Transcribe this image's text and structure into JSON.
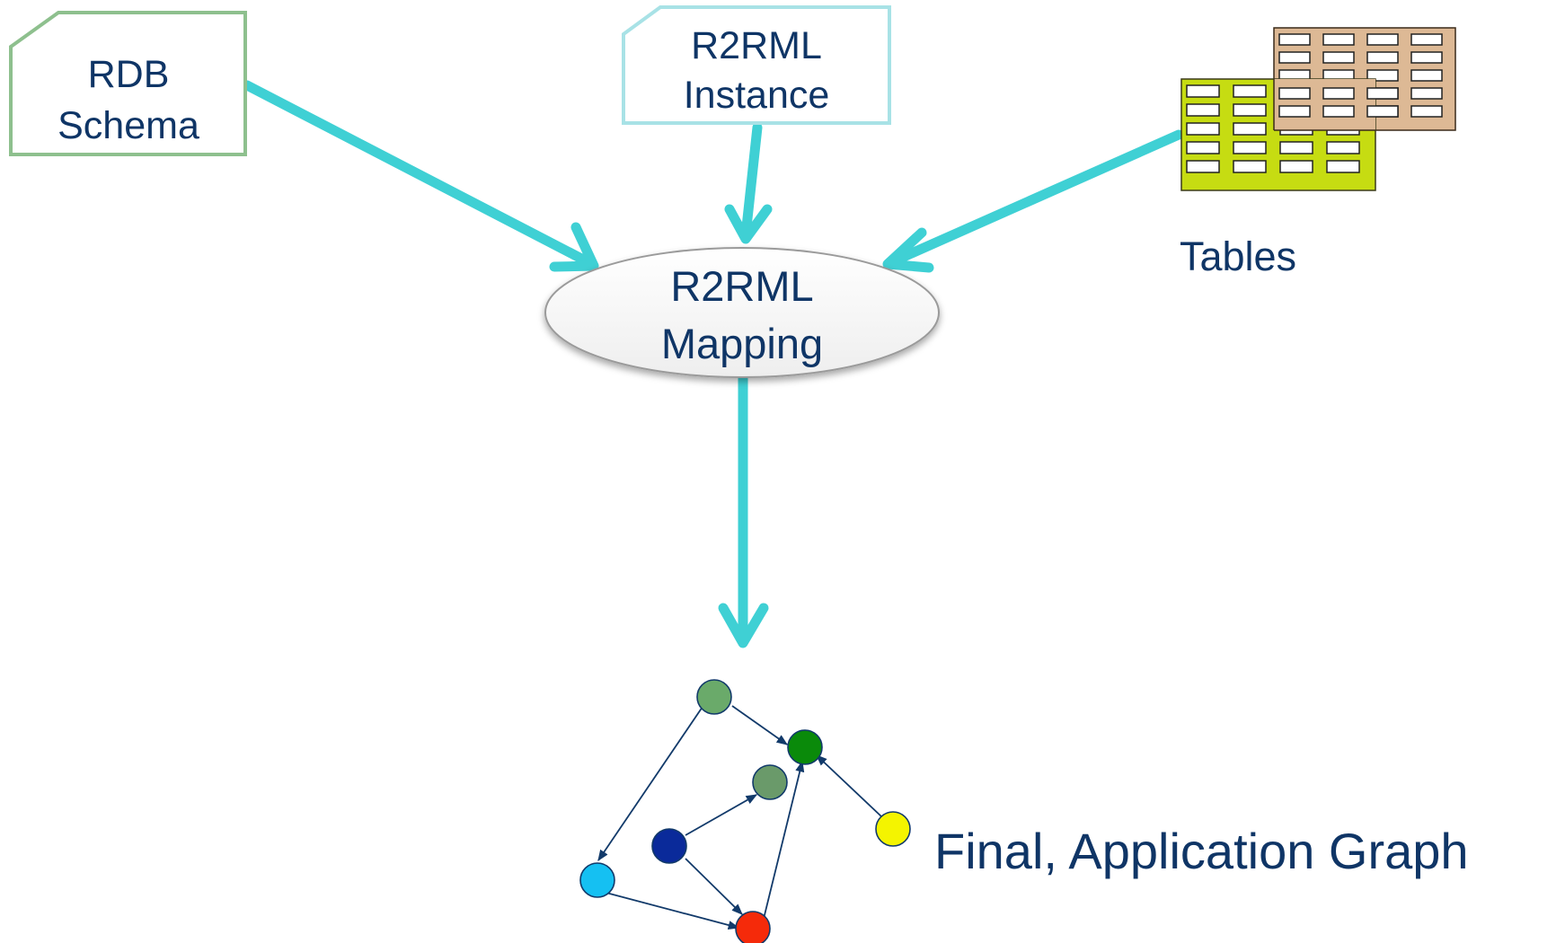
{
  "diagram": {
    "rdb_schema": {
      "line1": "RDB",
      "line2": "Schema"
    },
    "r2rml_instance": {
      "line1": "R2RML",
      "line2": "Instance"
    },
    "mapping": {
      "line1": "R2RML",
      "line2": "Mapping"
    },
    "tables": {
      "label": "Tables"
    },
    "graph": {
      "label": "Final, Application Graph"
    }
  },
  "colors": {
    "arrow": "#3fd0d4",
    "text": "#0f3566",
    "rdb_border": "#8ec08e",
    "instance_border": "#a8e2e6",
    "table_front": "#c6dc12",
    "table_back": "#ddb995",
    "node_light_green": "#6aaa6a",
    "node_green": "#0a8a0a",
    "node_sage": "#6a9a6a",
    "node_yellow": "#f4f400",
    "node_navy": "#0a2a9a",
    "node_cyan": "#15c0f2",
    "node_red": "#f52a0a",
    "edge": "#123a6a"
  }
}
